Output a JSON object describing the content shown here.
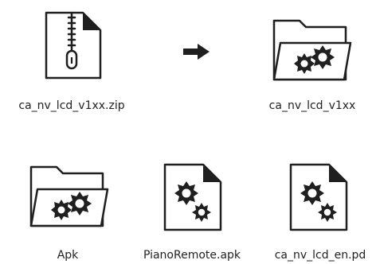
{
  "top_row": {
    "source": {
      "label": "ca_nv_lcd_v1xx.zip",
      "icon": "zip-file-icon"
    },
    "arrow": {
      "icon": "right-arrow-icon"
    },
    "result": {
      "label": "ca_nv_lcd_v1xx",
      "icon": "folder-gears-icon"
    }
  },
  "bottom_row": {
    "items": [
      {
        "label": "Apk",
        "icon": "folder-gears-icon"
      },
      {
        "label": "PianoRemote.apk",
        "icon": "app-file-gears-icon"
      },
      {
        "label": "ca_nv_lcd_en.pd",
        "icon": "document-gears-icon"
      }
    ]
  },
  "colors": {
    "stroke": "#1f1f1f",
    "fill": "#ffffff",
    "text": "#222222"
  }
}
